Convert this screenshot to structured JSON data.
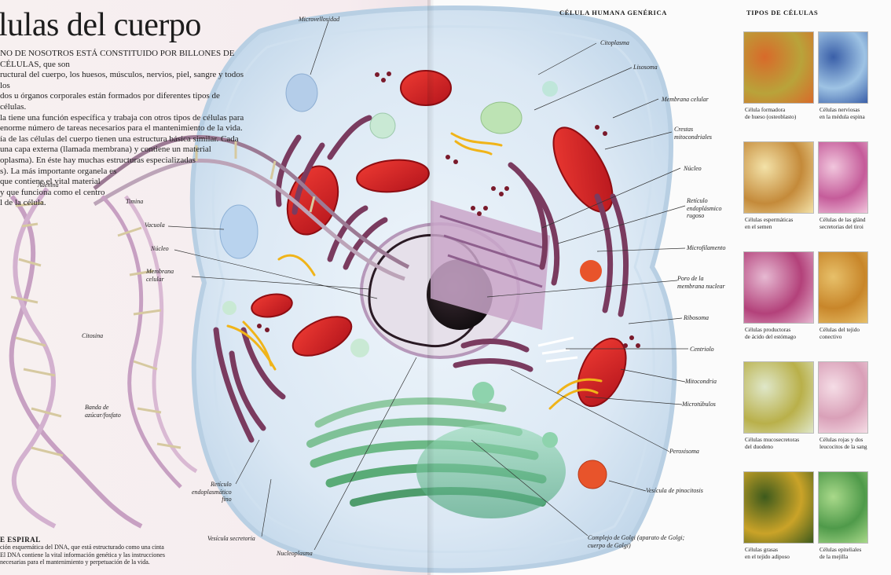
{
  "left_page": {
    "title": "lulas del cuerpo",
    "intro": [
      "NO DE NOSOTROS ESTÁ CONSTITUIDO POR BILLONES DE CÉLULAS, que son",
      "ructural del cuerpo, los huesos, músculos, nervios, piel, sangre y todos los",
      "dos u órganos corporales están formados por diferentes tipos de células.",
      "la tiene una función específica y trabaja con otros tipos de células para",
      "enorme número de tareas necesarios para el mantenimiento de la vida.",
      "ía de las células del cuerpo tienen una estructura básica similar. Cada",
      "una capa externa (llamada membrana) y contiene un material",
      "oplasma). En éste hay muchas estructuras especializadas",
      "s). La más importante organela es",
      "que contiene el vital material",
      "y que funciona como el centro",
      "l de la célula."
    ],
    "dna_labels": {
      "adenina": "Adenina",
      "timina": "Timina",
      "citosina": "Citosina",
      "banda": [
        "Banda de",
        "azúcar/fosfato"
      ]
    },
    "bottom_title": "E ESPIRAL",
    "bottom_text": [
      "ción esquemática del DNA, que está estructurado como una cinta",
      "El DNA contiene la vital información genética y las instrucciones",
      "necesarias para el mantenimiento y perpetuación de la vida."
    ],
    "cell_labels": {
      "microvellosidad": "Microvellosidad",
      "vacuola": "Vacuola",
      "nucleo": "Núcleo",
      "membrana": [
        "Membrana",
        "celular"
      ],
      "reticulo_fino": [
        "Retículo",
        "endoplasmático",
        "fino"
      ],
      "vesicula_secretoria": "Vesícula secretoria",
      "nucleoplasma": "Nucleoplasma"
    }
  },
  "right_page": {
    "header_cell": "CÉLULA HUMANA GENÉRICA",
    "header_types": "TIPOS DE CÉLULAS",
    "labels": {
      "citoplasma": "Citoplasma",
      "lisosoma": "Lisosoma",
      "membrana_celular": "Membrana celular",
      "crestas": [
        "Crestas",
        "mitocondriales"
      ],
      "nucleo": "Núcleo",
      "reticulo_rugoso": [
        "Retículo",
        "endoplásmico",
        "rugoso"
      ],
      "microfilamento": "Microfilamento",
      "poro": [
        "Poro de la",
        "membrana nuclear"
      ],
      "ribosoma": "Ribosoma",
      "centriolo": "Centriolo",
      "mitocondria": "Mitocondria",
      "microtubulos": "Microtúbulos",
      "peroxisoma": "Peroxisoma",
      "vesicula_pinocitosis": "Vesícula de pinocitosis",
      "golgi": [
        "Complejo de Golgi (aparato de Golgi;",
        "cuerpo de Golgi)"
      ]
    },
    "cell_types": [
      {
        "caption": [
          "Célula formadora",
          "de hueso (osteoblasto)"
        ],
        "colors": [
          "#b9a33a",
          "#d86a2a"
        ]
      },
      {
        "caption": [
          "Células nerviosas",
          "en la médula espina"
        ],
        "colors": [
          "#9ec3e4",
          "#3a5fa8"
        ]
      },
      {
        "caption": [
          "Células espermáticas",
          "en el semen"
        ],
        "colors": [
          "#c48a3a",
          "#f3e2a8"
        ]
      },
      {
        "caption": [
          "Células de las glánd",
          "secretorias del tiroi"
        ],
        "colors": [
          "#c55c9a",
          "#f1c6dd"
        ]
      },
      {
        "caption": [
          "Células productoras",
          "de ácido del estómago"
        ],
        "colors": [
          "#b3417a",
          "#e6b9d2"
        ]
      },
      {
        "caption": [
          "Células del tejido",
          "conectivo"
        ],
        "colors": [
          "#c8862a",
          "#e7c06a"
        ]
      },
      {
        "caption": [
          "Células mucosecretoras",
          "del duodeno"
        ],
        "colors": [
          "#b9b04a",
          "#dfe7c9"
        ]
      },
      {
        "caption": [
          "Células rojas y dos",
          "leucocitos de la sang"
        ],
        "colors": [
          "#d9a0b8",
          "#f5dde6"
        ]
      },
      {
        "caption": [
          "Células grasas",
          "en el tejido adiposo"
        ],
        "colors": [
          "#caa328",
          "#3d5a1c"
        ]
      },
      {
        "caption": [
          "Células epiteliales",
          "de la mejilla"
        ],
        "colors": [
          "#4f9a4a",
          "#a9d98a"
        ]
      }
    ]
  },
  "colors": {
    "membrane": "#cfe1f0",
    "cytoplasm": "#e3eef8",
    "mitochondria": "#d91f26",
    "golgi": "#6cc49a",
    "reticulum": "#7c3a5e",
    "nucleus": "#c7a3c4"
  }
}
